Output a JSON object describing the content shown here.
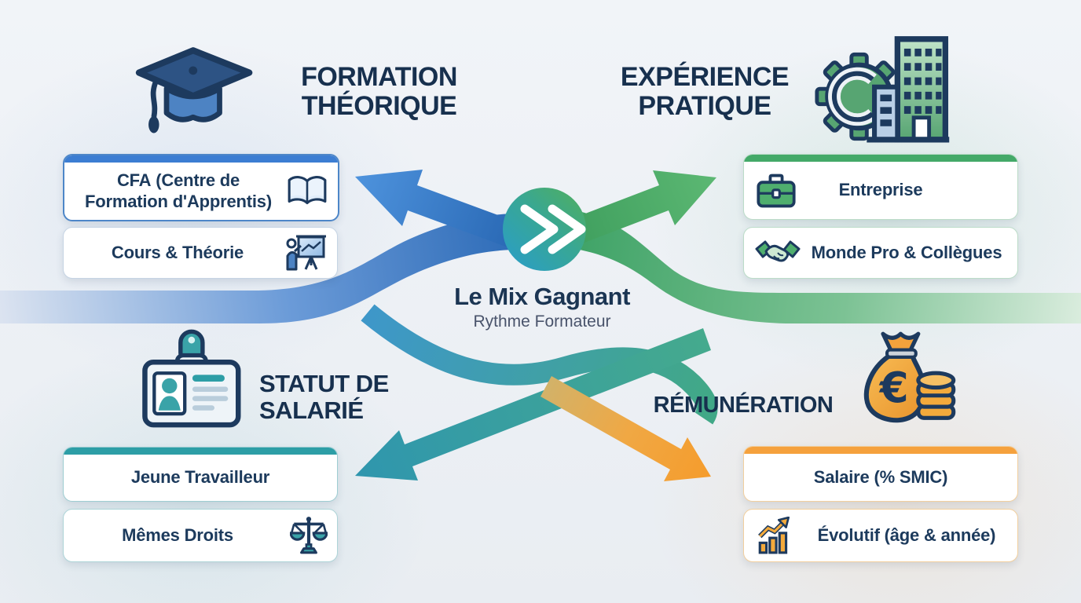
{
  "center": {
    "title": "Le Mix Gagnant",
    "subtitle": "Rythme Formateur",
    "chevron_icon": "double-chevron-right-icon"
  },
  "colors": {
    "blue_accent": "#3c7dd2",
    "green_accent": "#43a968",
    "teal_accent": "#2d9ea6",
    "orange_accent": "#f5a13d",
    "title_navy": "#17304e"
  },
  "quadrants": {
    "formation_theorique": {
      "title_line1": "FORMATION",
      "title_line2": "THÉORIQUE",
      "icon": "graduation-cap-icon",
      "bar_style": "background:#3c7dd2",
      "cards": [
        {
          "label_bold": "CFA",
          "label_rest": " (Centre de Formation d'Apprentis)",
          "icon": "open-book-icon"
        },
        {
          "label": "Cours & Théorie",
          "icon": "presentation-board-icon"
        }
      ]
    },
    "experience_pratique": {
      "title_line1": "EXPÉRIENCE",
      "title_line2": "PRATIQUE",
      "icon": "gear-building-icon",
      "bar_style": "background:#43a968",
      "cards": [
        {
          "label": "Entreprise",
          "icon": "briefcase-icon"
        },
        {
          "label": "Monde Pro & Collègues",
          "icon": "handshake-icon"
        }
      ]
    },
    "statut_salarie": {
      "title_line1": "STATUT DE",
      "title_line2": "SALARIÉ",
      "icon": "id-card-icon",
      "bar_style": "background:#2d9ea6",
      "cards": [
        {
          "label": "Jeune Travailleur"
        },
        {
          "label": "Mêmes Droits",
          "icon": "scales-icon"
        }
      ]
    },
    "remuneration": {
      "title": "RÉMUNÉRATION",
      "icon": "money-bag-icon",
      "bar_style": "background:#f5a13d",
      "cards": [
        {
          "label": "Salaire (% SMIC)"
        },
        {
          "label": "Évolutif (âge & année)",
          "icon": "growth-chart-icon"
        }
      ]
    }
  }
}
